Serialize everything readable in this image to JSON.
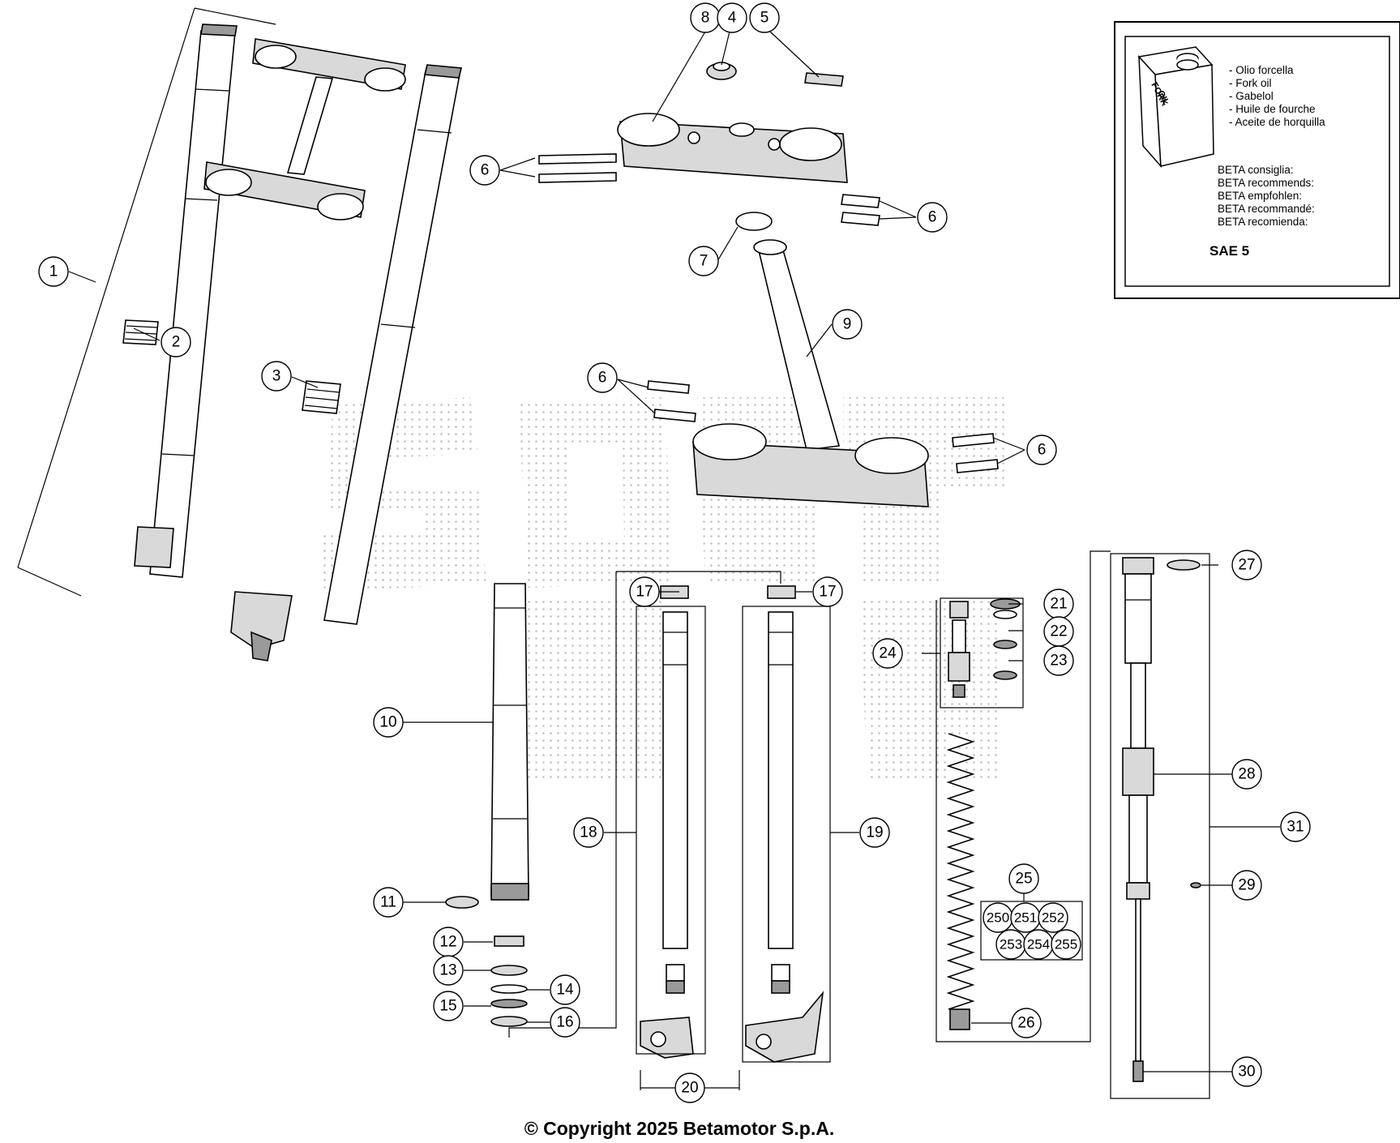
{
  "callouts": {
    "c1": "1",
    "c2": "2",
    "c3": "3",
    "c4": "4",
    "c5": "5",
    "c6": "6",
    "c7": "7",
    "c8": "8",
    "c9": "9",
    "c10": "10",
    "c11": "11",
    "c12": "12",
    "c13": "13",
    "c14": "14",
    "c15": "15",
    "c16": "16",
    "c17": "17",
    "c18": "18",
    "c19": "19",
    "c20": "20",
    "c21": "21",
    "c22": "22",
    "c23": "23",
    "c24": "24",
    "c25": "25",
    "c26": "26",
    "c27": "27",
    "c28": "28",
    "c29": "29",
    "c30": "30",
    "c31": "31",
    "c250": "250",
    "c251": "251",
    "c252": "252",
    "c253": "253",
    "c254": "254",
    "c255": "255"
  },
  "oil_box": {
    "can_label_1": "FORK",
    "can_label_2": "OIL",
    "names": [
      "- Olio forcella",
      "- Fork oil",
      "- Gabelol",
      "- Huile de fourche",
      "- Aceite de horquilla"
    ],
    "recommends": [
      "BETA consiglia:",
      "BETA recommends:",
      "BETA empfohlen:",
      "BETA recommandé:",
      "BETA recomienda:"
    ],
    "grade": "SAE 5"
  },
  "footer": {
    "copyright": "© Copyright 2025 Betamotor S.p.A."
  },
  "colors": {
    "line": "#000000",
    "fill_light": "#d9d9d9",
    "fill_dark": "#9a9a9a",
    "watermark_dots": "#b5b5b5"
  }
}
